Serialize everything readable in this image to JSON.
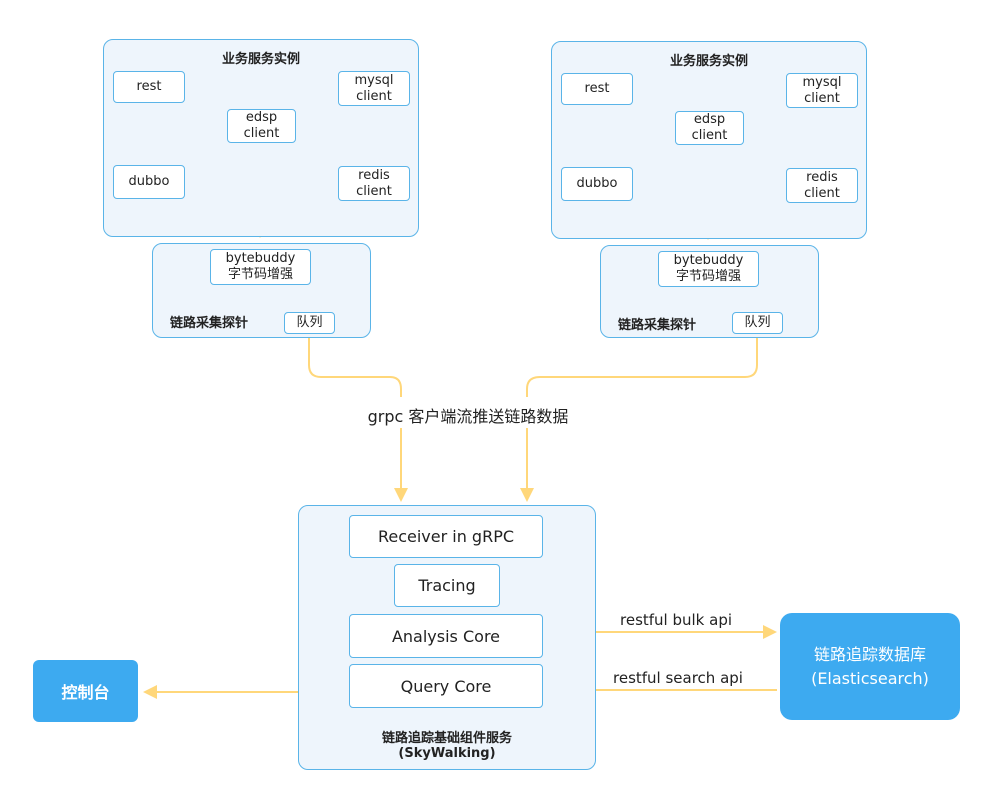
{
  "instances": [
    {
      "service_title": "业务服务实例",
      "rest": "rest",
      "mysql": "mysql\nclient",
      "edsp": "edsp\nclient",
      "dubbo": "dubbo",
      "redis": "redis\nclient",
      "bytebuddy": "bytebuddy\n字节码增强",
      "probe_label": "链路采集探针",
      "queue": "队列"
    },
    {
      "service_title": "业务服务实例",
      "rest": "rest",
      "mysql": "mysql\nclient",
      "edsp": "edsp\nclient",
      "dubbo": "dubbo",
      "redis": "redis\nclient",
      "bytebuddy": "bytebuddy\n字节码增强",
      "probe_label": "链路采集探针",
      "queue": "队列"
    }
  ],
  "grpc_label": "grpc 客户端流推送链路数据",
  "skywalking": {
    "receiver": "Receiver in gRPC",
    "tracing": "Tracing",
    "analysis": "Analysis Core",
    "query": "Query Core",
    "title_line1": "链路追踪基础组件服务",
    "title_line2": "(SkyWalking)"
  },
  "console": "控制台",
  "database": {
    "line1": "链路追踪数据库",
    "line2": "(Elasticsearch)"
  },
  "bulk_api": "restful bulk api",
  "search_api": "restful search api",
  "colors": {
    "panel_fill": "#eef5fc",
    "panel_border": "#5ab4e8",
    "wire": "#ffd77a",
    "accent": "#3daaf0"
  }
}
